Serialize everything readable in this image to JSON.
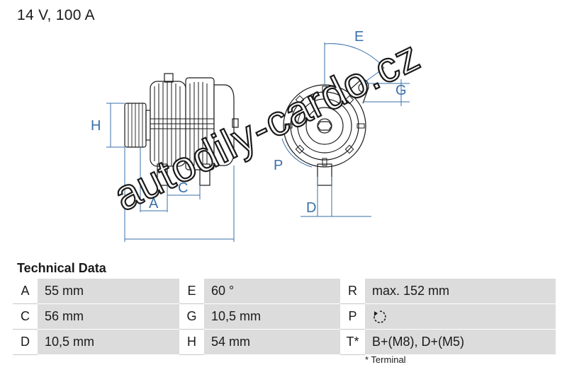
{
  "header": {
    "title": "14 V, 100 A"
  },
  "drawing": {
    "line_color": "#3a6fa8",
    "dimension_labels": {
      "a": "A",
      "c": "C",
      "d": "D",
      "e": "E",
      "g": "G",
      "h": "H",
      "p": "P"
    }
  },
  "watermark": {
    "text": "autodily-cardo.cz"
  },
  "section": {
    "title": "Technical Data"
  },
  "specs": {
    "rows": [
      [
        {
          "key": "A",
          "value": "55 mm"
        },
        {
          "key": "E",
          "value": "60 °"
        },
        {
          "key": "R",
          "value": "max. 152 mm"
        }
      ],
      [
        {
          "key": "C",
          "value": "56 mm"
        },
        {
          "key": "G",
          "value": "10,5 mm"
        },
        {
          "key": "P",
          "value": "",
          "icon": "clockwise-rotation-icon"
        }
      ],
      [
        {
          "key": "D",
          "value": "10,5 mm"
        },
        {
          "key": "H",
          "value": "54 mm"
        },
        {
          "key": "T*",
          "value": "B+(M8), D+(M5)"
        }
      ]
    ]
  },
  "footnote": {
    "text": "* Terminal"
  }
}
